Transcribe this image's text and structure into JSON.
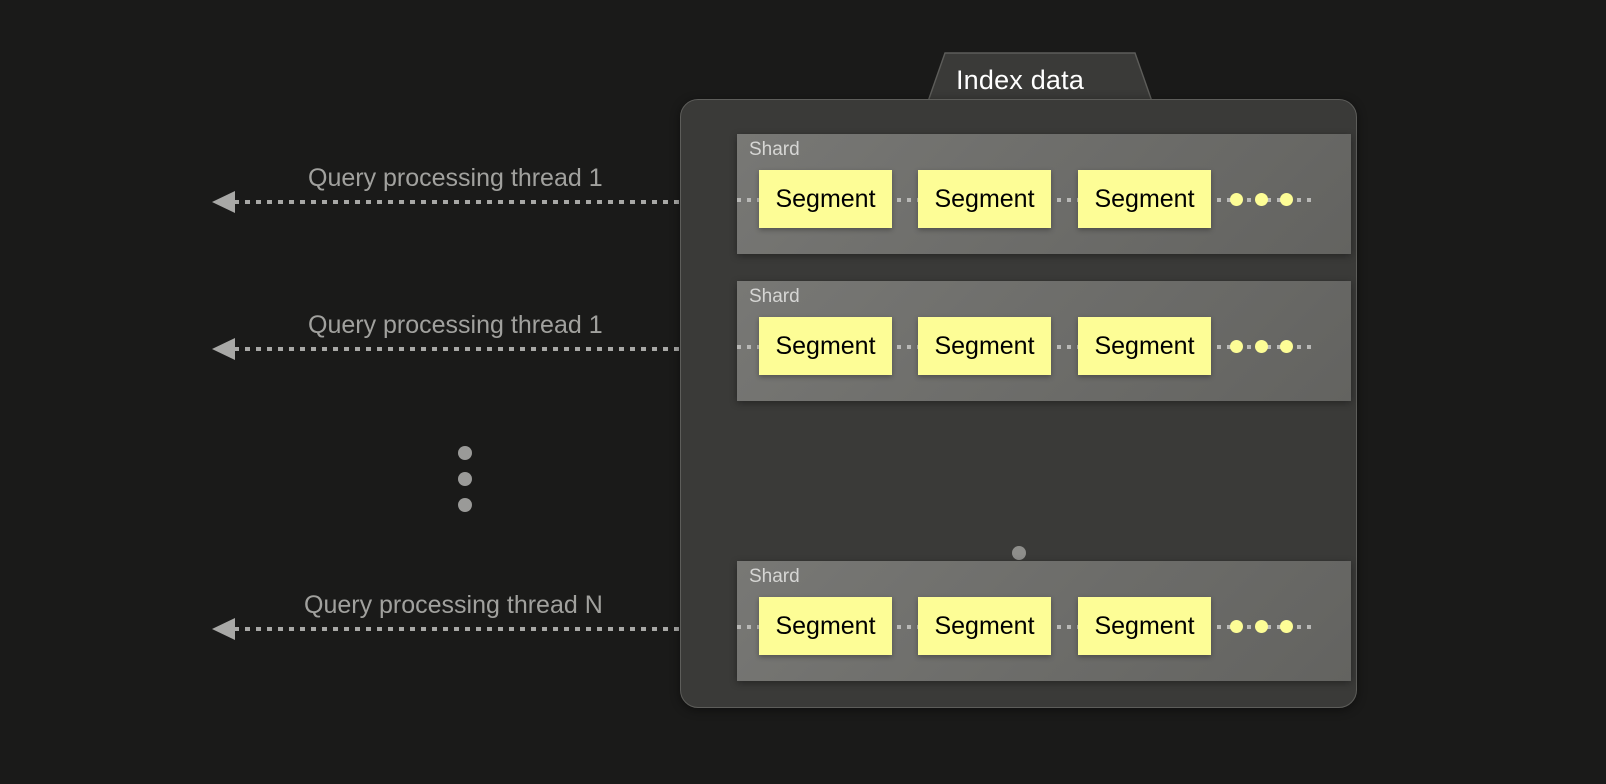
{
  "diagram": {
    "title": "Index data",
    "background_color": "#1a1a19",
    "container_color": "#3a3a38",
    "shard_color": "#6e6e6b",
    "segment_color": "#fdfd96",
    "label_color": "#a1a19e",
    "arrow_color": "#a8a8a6",
    "segment_text_color": "#000000"
  },
  "threads": [
    {
      "label": "Query processing thread 1"
    },
    {
      "label": "Query processing thread 1"
    },
    {
      "label": "Query processing thread N"
    }
  ],
  "shards": [
    {
      "label": "Shard",
      "segments": [
        {
          "label": "Segment"
        },
        {
          "label": "Segment"
        },
        {
          "label": "Segment"
        }
      ],
      "continuation_dots": 3
    },
    {
      "label": "Shard",
      "segments": [
        {
          "label": "Segment"
        },
        {
          "label": "Segment"
        },
        {
          "label": "Segment"
        }
      ],
      "continuation_dots": 3
    },
    {
      "label": "Shard",
      "segments": [
        {
          "label": "Segment"
        },
        {
          "label": "Segment"
        },
        {
          "label": "Segment"
        }
      ],
      "continuation_dots": 3
    }
  ],
  "ellipsis": {
    "outer_label": "vertical-ellipsis",
    "inner_label": "vertical-ellipsis",
    "dot_count": 3
  }
}
